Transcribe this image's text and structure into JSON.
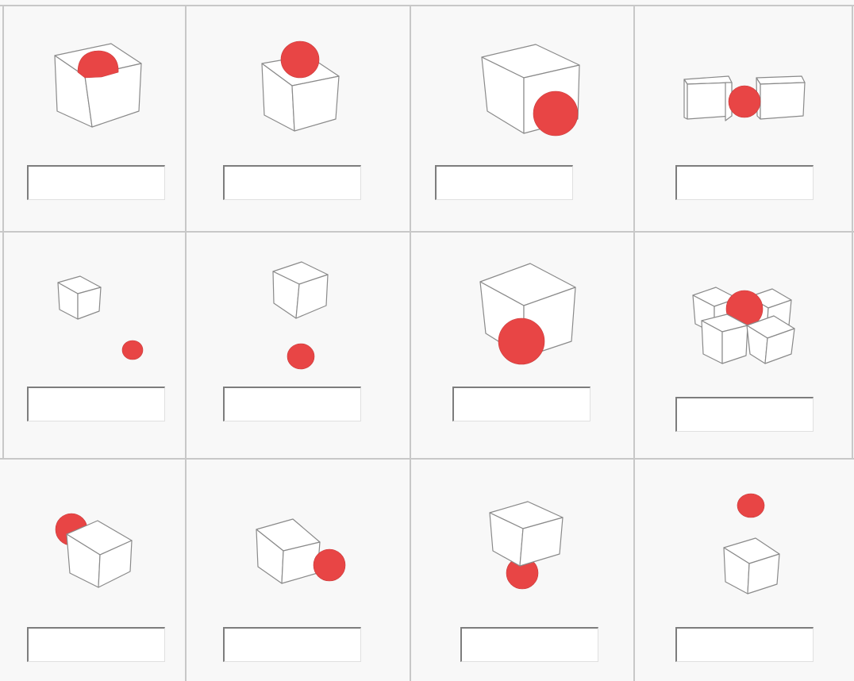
{
  "page": {
    "background": "#f8f8f8",
    "grid_color": "#c8c8c8",
    "ball_color": "#e84545",
    "cube_stroke": "#8a8a8a"
  },
  "items": [
    {
      "id": 1,
      "icon": "cube-icon",
      "marker": "red-ball-icon",
      "answer_value": ""
    },
    {
      "id": 2,
      "icon": "cube-icon",
      "marker": "red-ball-icon",
      "answer_value": ""
    },
    {
      "id": 3,
      "icon": "cube-icon",
      "marker": "red-ball-icon",
      "answer_value": ""
    },
    {
      "id": 4,
      "icon": "cube-icon",
      "marker": "red-ball-icon",
      "answer_value": ""
    },
    {
      "id": 5,
      "icon": "cube-icon",
      "marker": "red-ball-icon",
      "answer_value": ""
    },
    {
      "id": 6,
      "icon": "cube-icon",
      "marker": "red-ball-icon",
      "answer_value": ""
    },
    {
      "id": 7,
      "icon": "cube-icon",
      "marker": "red-ball-icon",
      "answer_value": ""
    },
    {
      "id": 8,
      "icon": "cube-icon",
      "marker": "red-ball-icon",
      "answer_value": ""
    },
    {
      "id": 9,
      "icon": "cube-icon",
      "marker": "red-ball-icon",
      "answer_value": ""
    },
    {
      "id": 10,
      "icon": "cube-icon",
      "marker": "red-ball-icon",
      "answer_value": ""
    },
    {
      "id": 11,
      "icon": "cube-icon",
      "marker": "red-ball-icon",
      "answer_value": ""
    },
    {
      "id": 12,
      "icon": "cube-icon",
      "marker": "red-ball-icon",
      "answer_value": ""
    }
  ]
}
